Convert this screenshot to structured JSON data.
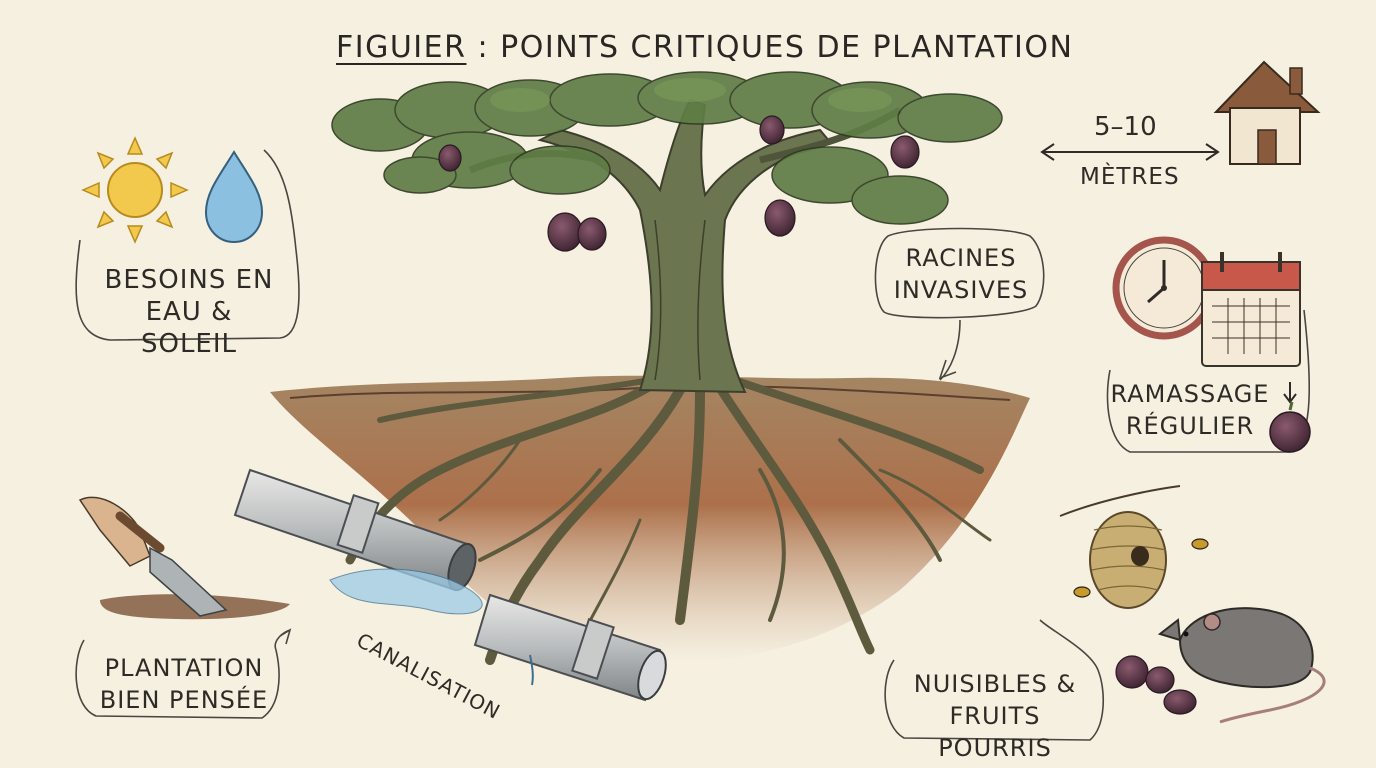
{
  "title": {
    "main": "FIGUIER",
    "rest": " : POINTS CRITIQUES DE PLANTATION"
  },
  "labels": {
    "sun_water": [
      "BESOINS EN",
      "EAU & SOLEIL"
    ],
    "roots": [
      "RACINES",
      "INVASIVES"
    ],
    "planting": [
      "PLANTATION",
      "BIEN PENSÉE"
    ],
    "harvest": [
      "RAMASSAGE",
      "RÉGULIER"
    ],
    "pests": [
      "NUISIBLES &",
      "FRUITS POURRIS"
    ],
    "pipe": "CANALISATION"
  },
  "distance": {
    "value": "5–10",
    "unit": "MÈTRES"
  },
  "colors": {
    "paper": "#f6f0e1",
    "leaf": "#5f7d45",
    "trunk": "#6b7550",
    "soil": "#8a5a38",
    "fig": "#4a2b3a",
    "sun": "#f2c94c",
    "water": "#7fb2d6",
    "calendar_red": "#c8584a",
    "house": "#8a5a3c"
  },
  "icons": [
    "sun-icon",
    "water-drop-icon",
    "house-icon",
    "clock-icon",
    "calendar-icon",
    "fig-icon",
    "trowel-icon",
    "beehive-icon",
    "wasp-icon",
    "rat-icon",
    "pipe-icon"
  ]
}
